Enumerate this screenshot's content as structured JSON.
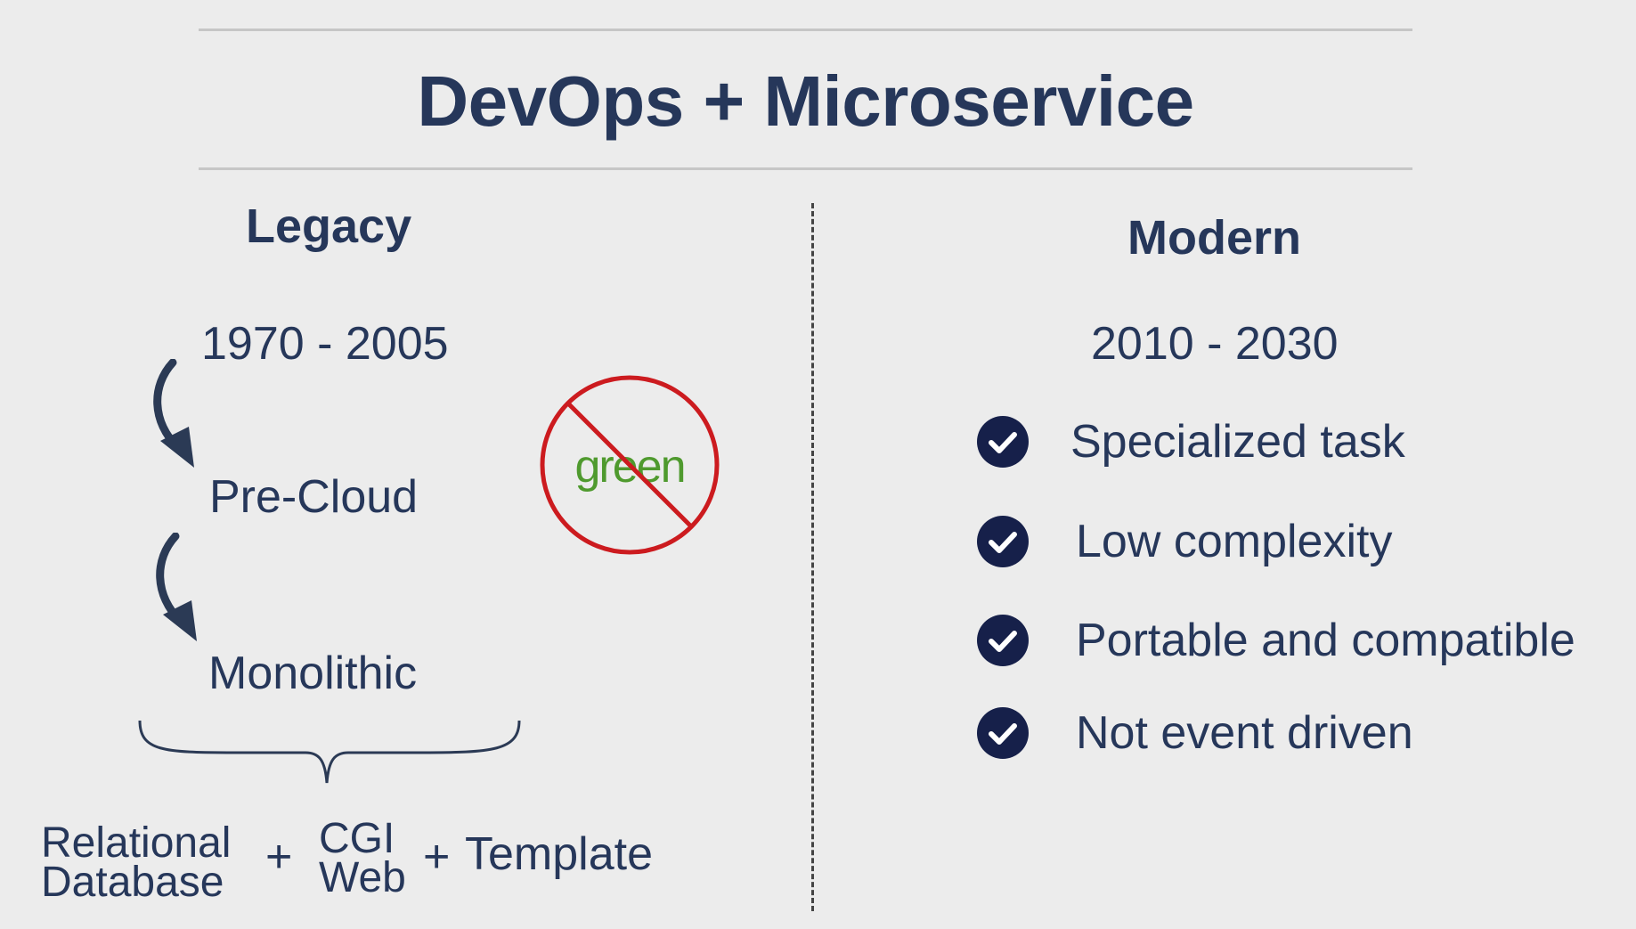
{
  "title": "DevOps + Microservice",
  "legacy": {
    "heading": "Legacy",
    "years": "1970 - 2005",
    "step1": "Pre-Cloud",
    "step2": "Monolithic",
    "components": [
      {
        "line1": "Relational",
        "line2": "Database"
      },
      {
        "line1": "CGI",
        "line2": "Web"
      },
      {
        "line1": "Template"
      }
    ],
    "plus": "+",
    "prohibited_word": "green"
  },
  "modern": {
    "heading": "Modern",
    "years": "2010 - 2030",
    "items": [
      "Specialized task",
      "Low complexity",
      "Portable and compatible",
      "Not event driven"
    ]
  },
  "colors": {
    "navy": "#26375a",
    "check_fill": "#16204a",
    "prohibit_red": "#cc1b1f",
    "green_text": "#4f9a2e"
  }
}
